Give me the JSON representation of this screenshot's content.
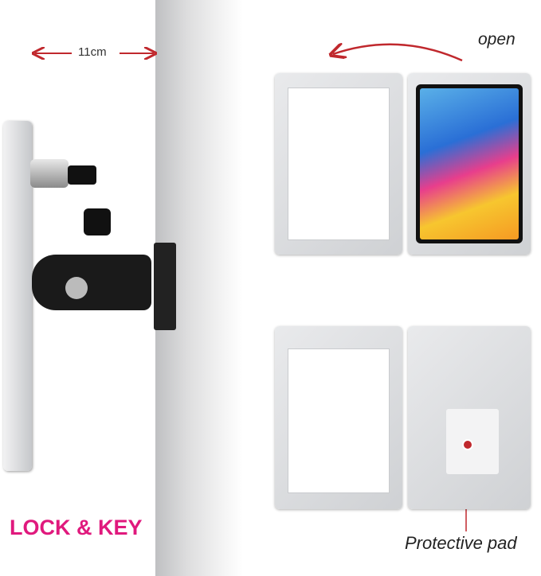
{
  "annotations": {
    "width_label": "11cm",
    "open_label": "open",
    "lock_label": "LOCK & KEY",
    "pad_label": "Protective pad"
  },
  "colors": {
    "accent_red": "#c0282d",
    "lock_magenta": "#e0197d"
  }
}
